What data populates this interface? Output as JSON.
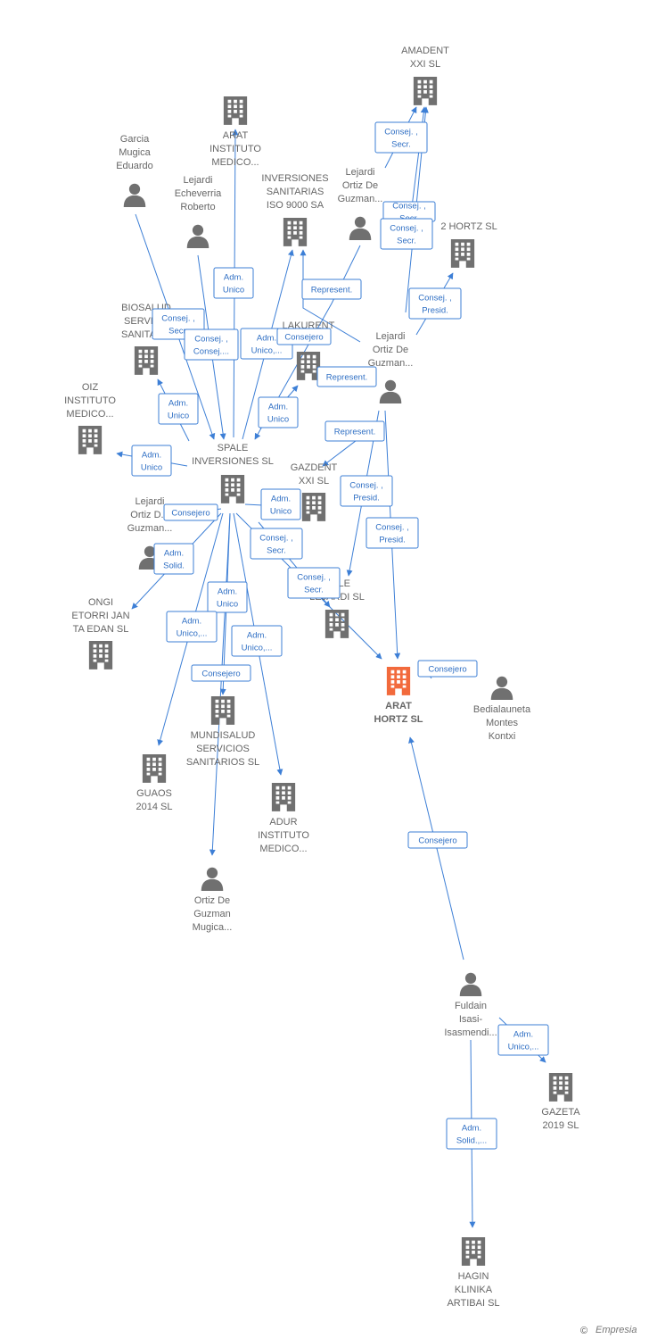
{
  "colors": {
    "edge": "#3d7fd6",
    "company": "#707070",
    "person": "#707070",
    "focus": "#f26a3c",
    "label": "#666666"
  },
  "nodes": [
    {
      "id": "arat_instituto",
      "type": "company",
      "label": [
        "ARAT",
        "INSTITUTO",
        "MEDICO..."
      ]
    },
    {
      "id": "amadent",
      "type": "company",
      "label": [
        "AMADENT",
        "XXI  SL"
      ]
    },
    {
      "id": "garcia",
      "type": "person",
      "label": [
        "Garcia",
        "Mugica",
        "Eduardo"
      ]
    },
    {
      "id": "lejardi_echeverria",
      "type": "person",
      "label": [
        "Lejardi",
        "Echeverria",
        "Roberto"
      ]
    },
    {
      "id": "inversiones_sanitarias",
      "type": "company",
      "label": [
        "INVERSIONES",
        "SANITARIAS",
        "ISO 9000 SA"
      ]
    },
    {
      "id": "lejardi_ortiz_top",
      "type": "person",
      "label": [
        "Lejardi",
        "Ortiz De",
        "Guzman..."
      ]
    },
    {
      "id": "hortz2",
      "type": "company",
      "label": [
        "2 HORTZ  SL"
      ]
    },
    {
      "id": "biosalud",
      "type": "company",
      "label": [
        "BIOSALUD",
        "SERVIC...",
        "SANITAR..."
      ]
    },
    {
      "id": "lakurent",
      "type": "company",
      "label": [
        "LAKURENT"
      ]
    },
    {
      "id": "lejardi_ortiz_mid",
      "type": "person",
      "label": [
        "Lejardi",
        "Ortiz De",
        "Guzman..."
      ]
    },
    {
      "id": "oiz",
      "type": "company",
      "label": [
        "OIZ",
        "INSTITUTO",
        "MEDICO..."
      ]
    },
    {
      "id": "spale",
      "type": "company",
      "label": [
        "SPALE",
        "INVERSIONES SL"
      ]
    },
    {
      "id": "gazdent",
      "type": "company",
      "label": [
        "GAZDENT",
        "XXI SL"
      ]
    },
    {
      "id": "lejardi_ortiz_left",
      "type": "person",
      "label": [
        "Lejardi",
        "Ortiz D...",
        "Guzman..."
      ]
    },
    {
      "id": "ble_lejardi",
      "type": "company",
      "label": [
        "...BLE",
        "LEJARDI  SL"
      ]
    },
    {
      "id": "ongi",
      "type": "company",
      "label": [
        "ONGI",
        "ETORRI JAN",
        "TA EDAN  SL"
      ]
    },
    {
      "id": "arat_hortz",
      "type": "focus",
      "label": [
        "ARAT",
        "HORTZ  SL"
      ]
    },
    {
      "id": "bedialauneta",
      "type": "person",
      "label": [
        "Bedialauneta",
        "Montes",
        "Kontxi"
      ]
    },
    {
      "id": "mundisalud",
      "type": "company",
      "label": [
        "MUNDISALUD",
        "SERVICIOS",
        "SANITARIOS SL"
      ]
    },
    {
      "id": "guaos",
      "type": "company",
      "label": [
        "GUAOS",
        "2014  SL"
      ]
    },
    {
      "id": "adur",
      "type": "company",
      "label": [
        "ADUR",
        "INSTITUTO",
        "MEDICO..."
      ]
    },
    {
      "id": "ortiz_de_guzman",
      "type": "person",
      "label": [
        "Ortiz De",
        "Guzman",
        "Mugica..."
      ]
    },
    {
      "id": "fuldain",
      "type": "person",
      "label": [
        "Fuldain",
        "Isasi-",
        "Isasmendi..."
      ]
    },
    {
      "id": "gazeta",
      "type": "company",
      "label": [
        "GAZETA",
        "2019  SL"
      ]
    },
    {
      "id": "hagin",
      "type": "company",
      "label": [
        "HAGIN",
        "KLINIKA",
        "ARTIBAI  SL"
      ]
    }
  ],
  "edges": [
    {
      "label": [
        "Adm.",
        "Unico"
      ]
    },
    {
      "label": [
        "Consej. ,",
        "Secr."
      ]
    },
    {
      "label": [
        "Consej. ,",
        "Secr."
      ]
    },
    {
      "label": [
        "Consej. ,",
        "Secr."
      ]
    },
    {
      "label": [
        "Represent."
      ]
    },
    {
      "label": [
        "Consej. ,",
        "Presid."
      ]
    },
    {
      "label": [
        "Consej. ,",
        "Secr."
      ]
    },
    {
      "label": [
        "Consej. ,",
        "Consej...."
      ]
    },
    {
      "label": [
        "Adm.",
        "Unico,..."
      ]
    },
    {
      "label": [
        "Consejero"
      ]
    },
    {
      "label": [
        "Represent."
      ]
    },
    {
      "label": [
        "Adm.",
        "Unico"
      ]
    },
    {
      "label": [
        "Adm.",
        "Unico"
      ]
    },
    {
      "label": [
        "Adm.",
        "Unico"
      ]
    },
    {
      "label": [
        "Represent."
      ]
    },
    {
      "label": [
        "Consej. ,",
        "Presid."
      ]
    },
    {
      "label": [
        "Consej. ,",
        "Presid."
      ]
    },
    {
      "label": [
        "Adm.",
        "Unico"
      ]
    },
    {
      "label": [
        "Consejero"
      ]
    },
    {
      "label": [
        "Adm.",
        "Solid."
      ]
    },
    {
      "label": [
        "Consej. ,",
        "Secr."
      ]
    },
    {
      "label": [
        "Consej. ,",
        "Secr."
      ]
    },
    {
      "label": [
        "Adm.",
        "Unico"
      ]
    },
    {
      "label": [
        "Adm.",
        "Unico,..."
      ]
    },
    {
      "label": [
        "Adm.",
        "Unico,..."
      ]
    },
    {
      "label": [
        "Consejero"
      ]
    },
    {
      "label": [
        "Consejero"
      ]
    },
    {
      "label": [
        "Consejero"
      ]
    },
    {
      "label": [
        "Adm.",
        "Unico,..."
      ]
    },
    {
      "label": [
        "Adm.",
        "Solid.,..."
      ]
    }
  ],
  "footer": {
    "copyright": "©",
    "brand": "Empresia"
  }
}
